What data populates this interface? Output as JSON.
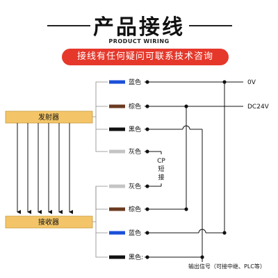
{
  "header": {
    "title": "产品接线",
    "subtitle": "PRODUCT WIRING",
    "banner": "接线有任何疑问可联系技术咨询"
  },
  "colors": {
    "blue": "#1c4fd8",
    "brown": "#6b3a1f",
    "black": "#111111",
    "gray": "#c4c4c4",
    "block_fill": "#f3c568",
    "banner_red": "#e5382b"
  },
  "emitter": {
    "label": "发射器"
  },
  "receiver": {
    "label": "接收器"
  },
  "emitter_wires": [
    {
      "color": "blue",
      "label": "蓝色"
    },
    {
      "color": "brown",
      "label": "棕色"
    },
    {
      "color": "black",
      "label": "黑色"
    },
    {
      "color": "gray",
      "label": "灰色"
    }
  ],
  "receiver_wires": [
    {
      "color": "gray",
      "label": "灰色"
    },
    {
      "color": "brown",
      "label": "棕色"
    },
    {
      "color": "blue",
      "label": "蓝色"
    },
    {
      "color": "black",
      "label": "黑色:"
    }
  ],
  "terminals": {
    "zero_v": "0V",
    "dc24v": "DC24V",
    "output": "输出信号（可接中继、PLC等）"
  },
  "cp_short": [
    "CP",
    "短",
    "接"
  ]
}
